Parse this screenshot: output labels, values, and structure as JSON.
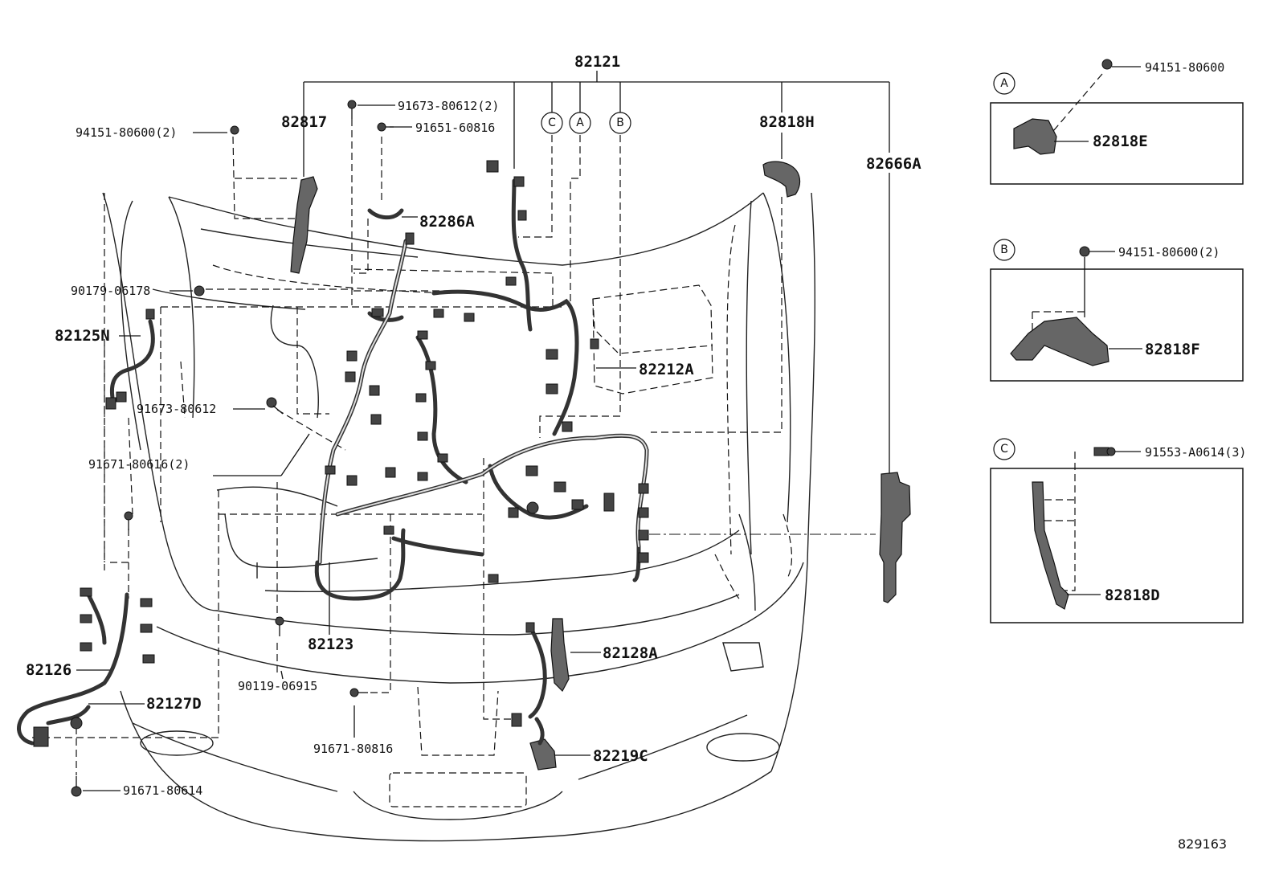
{
  "diagram": {
    "main_assembly_label": "82121",
    "diagram_code": "829163",
    "labels": {
      "p82817": "82817",
      "p82818H": "82818H",
      "p82666A": "82666A",
      "p82286A": "82286A",
      "p82125N": "82125N",
      "p82212A": "82212A",
      "p82123": "82123",
      "p82126": "82126",
      "p82127D": "82127D",
      "p82128A": "82128A",
      "p82219C": "82219C",
      "b94151_2": "94151-80600(2)",
      "b91673_80612_2": "91673-80612(2)",
      "b91651": "91651-60816",
      "b90179": "90179-06178",
      "b91673_80612": "91673-80612",
      "b91671_80616": "91671-80616(2)",
      "b90119": "90119-06915",
      "b91671_80816": "91671-80816",
      "b91671_80614": "91671-80614"
    },
    "callouts": {
      "a": "A",
      "b": "B",
      "c": "C"
    },
    "detail_a": {
      "circle": "A",
      "bolt": "94151-80600",
      "part": "82818E"
    },
    "detail_b": {
      "circle": "B",
      "bolt": "94151-80600(2)",
      "part": "82818F"
    },
    "detail_c": {
      "circle": "C",
      "bolt": "91553-A0614(3)",
      "part": "82818D"
    }
  }
}
